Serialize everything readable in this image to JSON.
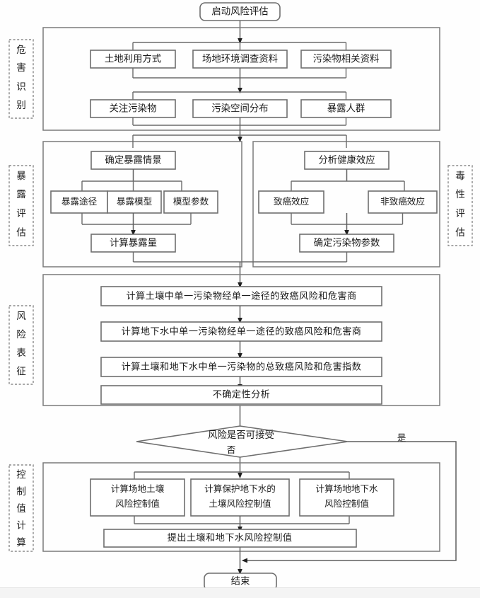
{
  "diagram": {
    "title_start": "启动风险评估",
    "title_end": "结束",
    "decision": "风险是否可接受",
    "branch_yes": "是",
    "branch_no": "否",
    "phases": [
      {
        "key": "hazard",
        "label": "危害识别",
        "chars": [
          "危",
          "害",
          "识",
          "别"
        ]
      },
      {
        "key": "exposure",
        "label": "暴露评估",
        "chars": [
          "暴",
          "露",
          "评",
          "估"
        ]
      },
      {
        "key": "toxicity",
        "label": "毒性评估",
        "chars": [
          "毒",
          "性",
          "评",
          "估"
        ]
      },
      {
        "key": "risk",
        "label": "风险表征",
        "chars": [
          "风",
          "险",
          "表",
          "征"
        ]
      },
      {
        "key": "control",
        "label": "控制值计算",
        "chars": [
          "控",
          "制",
          "值",
          "计",
          "算"
        ]
      }
    ],
    "hazard": {
      "row1": [
        "土地利用方式",
        "场地环境调查资料",
        "污染物相关资料"
      ],
      "row2": [
        "关注污染物",
        "污染空间分布",
        "暴露人群"
      ]
    },
    "exposure": {
      "top": "确定暴露情景",
      "middle": [
        "暴露途径",
        "暴露模型",
        "模型参数"
      ],
      "bottom": "计算暴露量"
    },
    "toxicity": {
      "top": "分析健康效应",
      "middle": [
        "致癌效应",
        "非致癌效应"
      ],
      "bottom": "确定污染物参数"
    },
    "risk": {
      "steps": [
        "计算土壤中单一污染物经单一途径的致癌风险和危害商",
        "计算地下水中单一污染物经单一途径的致癌风险和危害商",
        "计算土壤和地下水中单一污染物的总致癌风险和危害指数",
        "不确定性分析"
      ]
    },
    "control": {
      "row": [
        [
          "计算场地土壤",
          "风险控制值"
        ],
        [
          "计算保护地下水的",
          "土壤风险控制值"
        ],
        [
          "计算场地地下水",
          "风险控制值"
        ]
      ],
      "bottom": "提出土壤和地下水风险控制值"
    },
    "colors": {
      "line": "#5f5f5f",
      "node_border": "#6e6e6e",
      "group_border": "#7a7a7a",
      "phase_border": "#8a8a8a",
      "text": "#1c1c1c",
      "background": "#fefefe"
    }
  }
}
